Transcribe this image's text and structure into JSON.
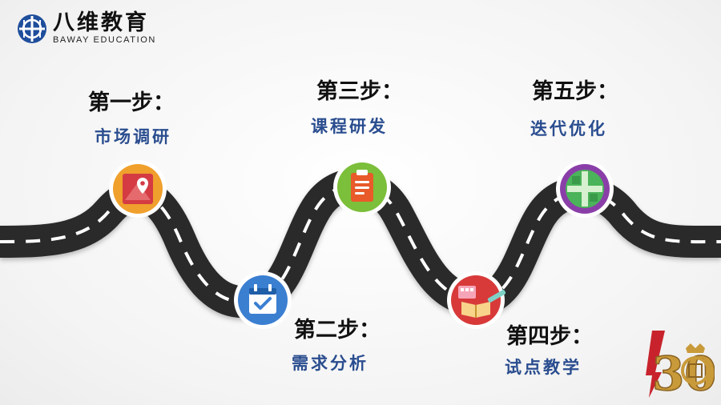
{
  "brand": {
    "name_cn": "八维教育",
    "name_en": "BAWAY EDUCATION"
  },
  "steps": [
    {
      "title": "第一步：",
      "subtitle": "市场调研",
      "icon": "map-pin-icon",
      "color": "#f0a02c"
    },
    {
      "title": "第二步：",
      "subtitle": "需求分析",
      "icon": "calendar-check-icon",
      "color": "#3b7fd1"
    },
    {
      "title": "第三步：",
      "subtitle": "课程研发",
      "icon": "clipboard-icon",
      "color": "#7cbf3a"
    },
    {
      "title": "第四步：",
      "subtitle": "试点教学",
      "icon": "open-book-icon",
      "color": "#d83a3a"
    },
    {
      "title": "第五步：",
      "subtitle": "迭代优化",
      "icon": "grid-icon",
      "color": "#8a3fa8"
    }
  ],
  "anniversary_badge": {
    "text": "30"
  },
  "colors": {
    "road": "#2b2b2b",
    "lane": "#ffffff",
    "subtitle": "#2a4d8f"
  }
}
